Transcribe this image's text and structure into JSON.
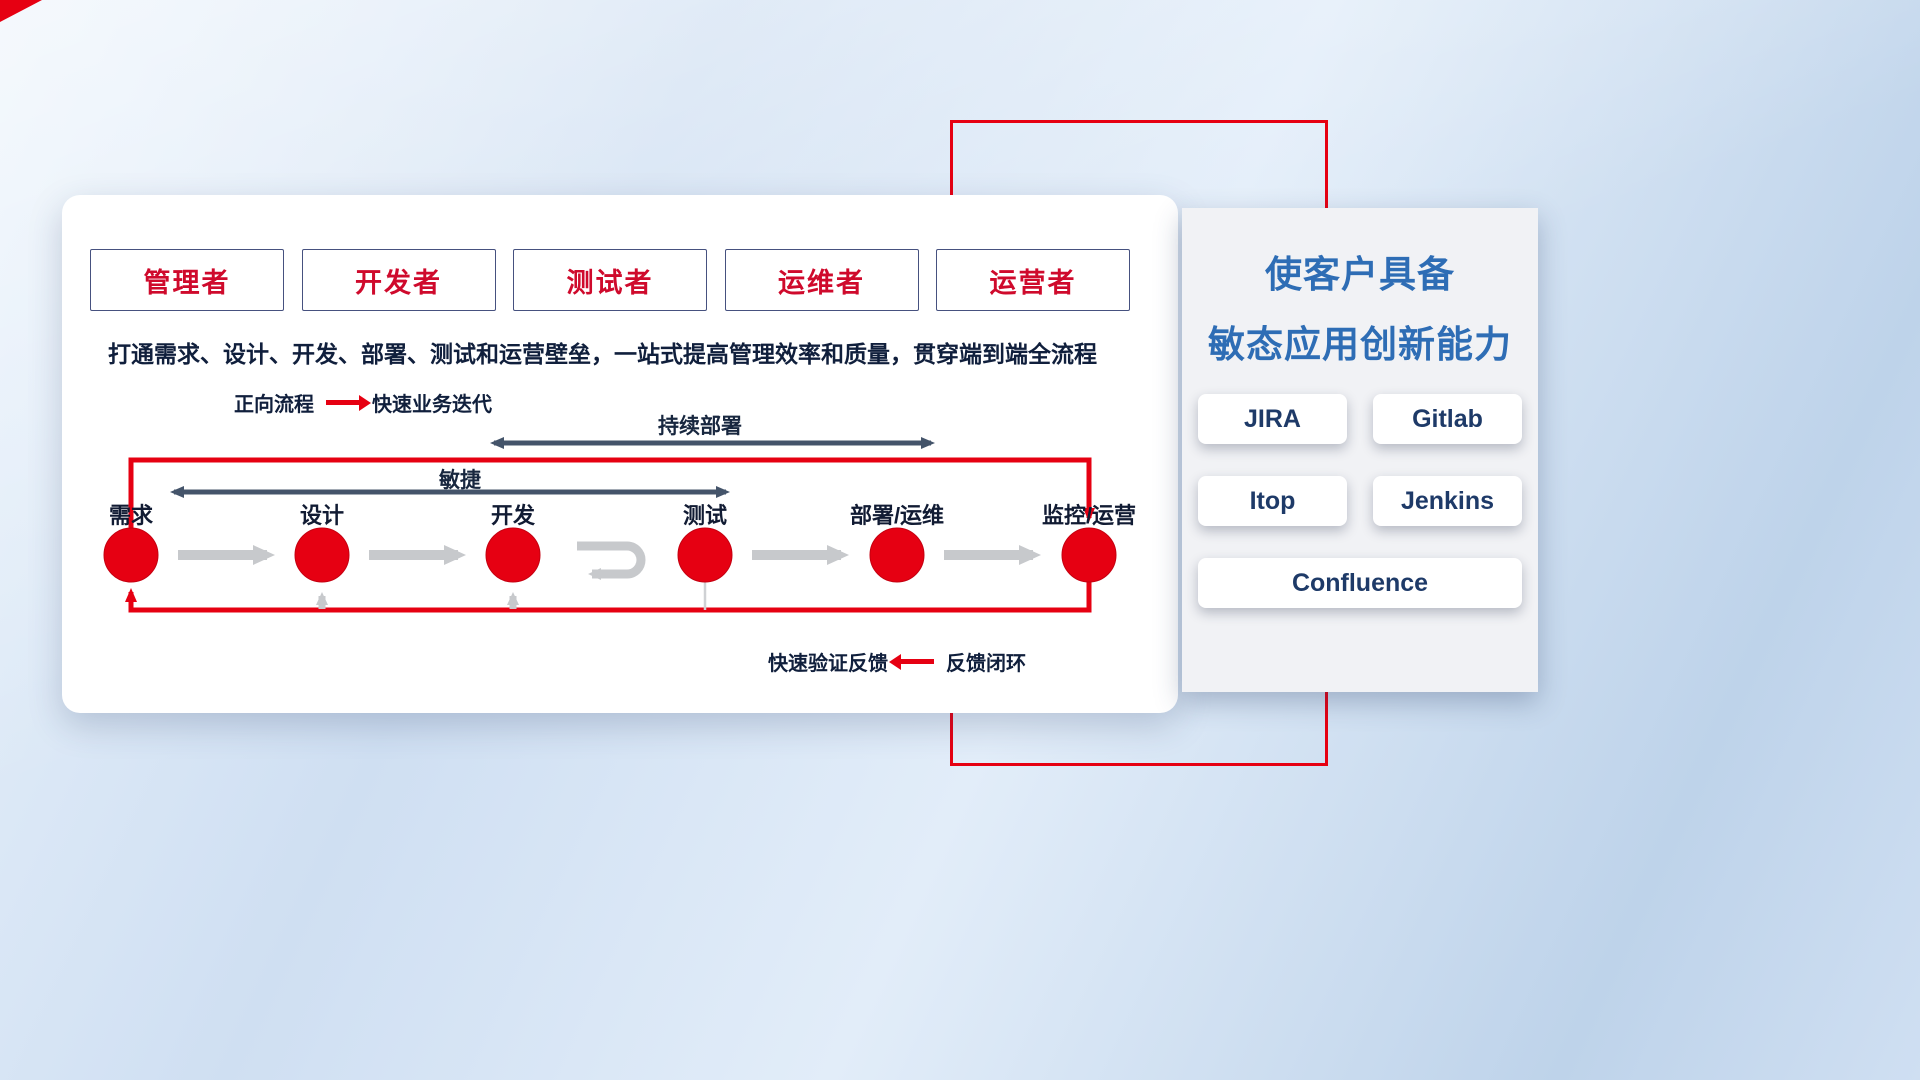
{
  "roles": [
    "管理者",
    "开发者",
    "测试者",
    "运维者",
    "运营者"
  ],
  "subtitle": "打通需求、设计、开发、部署、测试和运营壁垒，一站式提高管理效率和质量，贯穿端到端全流程",
  "legend_forward": {
    "label": "正向流程",
    "desc": "快速业务迭代"
  },
  "flow": {
    "cd_label": "持续部署",
    "agile_label": "敏捷",
    "nodes": [
      "需求",
      "设计",
      "开发",
      "测试",
      "部署/运维",
      "监控/运营"
    ]
  },
  "legend_feedback": {
    "desc": "快速验证反馈",
    "label": "反馈闭环"
  },
  "panel": {
    "title_line1": "使客户具备",
    "title_line2": "敏态应用创新能力",
    "tools": [
      "JIRA",
      "Gitlab",
      "Itop",
      "Jenkins",
      "Confluence"
    ]
  },
  "colors": {
    "accent_red": "#e60012",
    "title_blue": "#2e6db5",
    "dark_navy": "#101f3c",
    "arrow_dark": "#44546a",
    "arrow_gray": "#c7c9cc"
  }
}
